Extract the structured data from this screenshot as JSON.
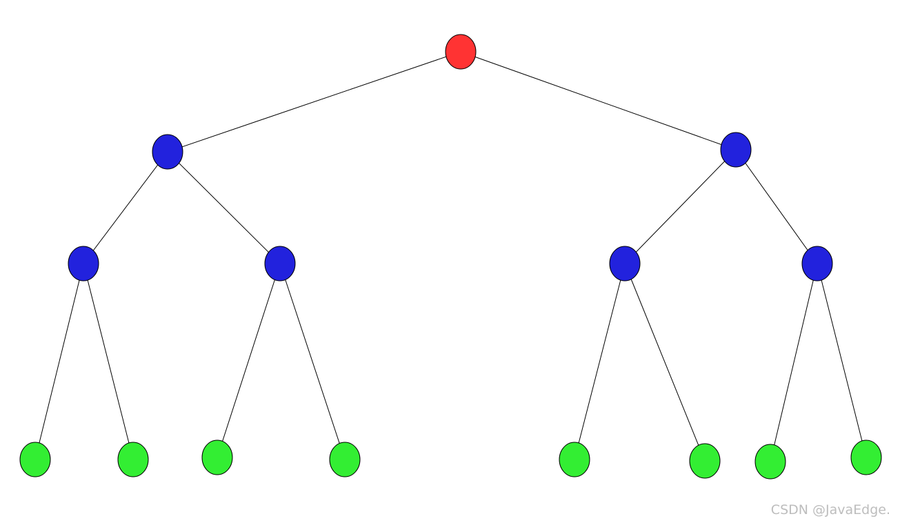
{
  "diagram": {
    "type": "binary-tree",
    "levels": 4,
    "colors": {
      "root": "#ff3333",
      "internal": "#2222dd",
      "leaf": "#33ee33",
      "edge": "#000000",
      "outline": "#000000"
    },
    "nodes": [
      {
        "id": "n1",
        "level": 0,
        "kind": "root"
      },
      {
        "id": "n2",
        "level": 1,
        "kind": "internal"
      },
      {
        "id": "n3",
        "level": 1,
        "kind": "internal"
      },
      {
        "id": "n4",
        "level": 2,
        "kind": "internal"
      },
      {
        "id": "n5",
        "level": 2,
        "kind": "internal"
      },
      {
        "id": "n6",
        "level": 2,
        "kind": "internal"
      },
      {
        "id": "n7",
        "level": 2,
        "kind": "internal"
      },
      {
        "id": "n8",
        "level": 3,
        "kind": "leaf"
      },
      {
        "id": "n9",
        "level": 3,
        "kind": "leaf"
      },
      {
        "id": "n10",
        "level": 3,
        "kind": "leaf"
      },
      {
        "id": "n11",
        "level": 3,
        "kind": "leaf"
      },
      {
        "id": "n12",
        "level": 3,
        "kind": "leaf"
      },
      {
        "id": "n13",
        "level": 3,
        "kind": "leaf"
      },
      {
        "id": "n14",
        "level": 3,
        "kind": "leaf"
      },
      {
        "id": "n15",
        "level": 3,
        "kind": "leaf"
      }
    ],
    "edges": [
      [
        "n1",
        "n2"
      ],
      [
        "n1",
        "n3"
      ],
      [
        "n2",
        "n4"
      ],
      [
        "n2",
        "n5"
      ],
      [
        "n3",
        "n6"
      ],
      [
        "n3",
        "n7"
      ],
      [
        "n4",
        "n8"
      ],
      [
        "n4",
        "n9"
      ],
      [
        "n5",
        "n10"
      ],
      [
        "n5",
        "n11"
      ],
      [
        "n6",
        "n12"
      ],
      [
        "n6",
        "n13"
      ],
      [
        "n7",
        "n14"
      ],
      [
        "n7",
        "n15"
      ]
    ]
  },
  "watermark": {
    "text": "CSDN @JavaEdge."
  }
}
